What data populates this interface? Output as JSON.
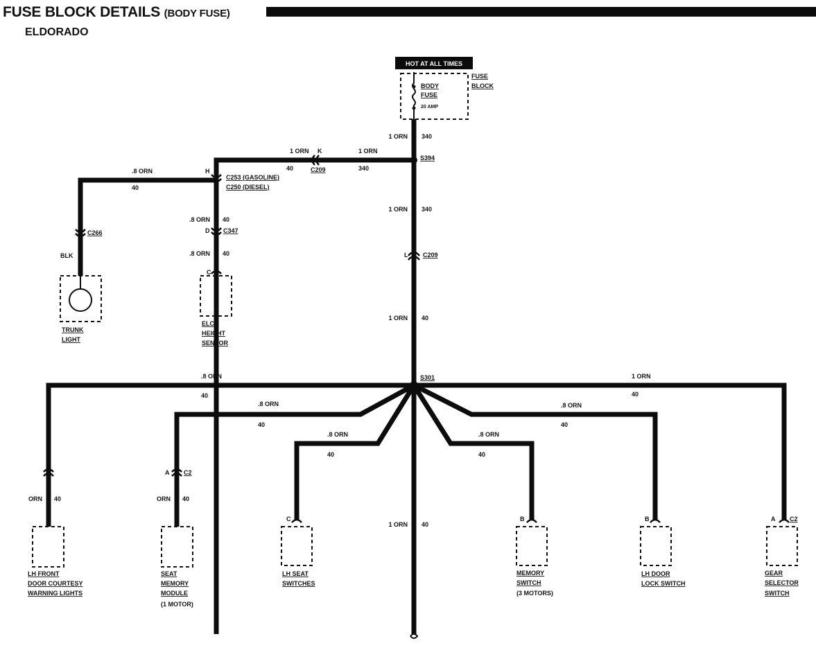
{
  "header": {
    "title": "FUSE BLOCK DETAILS",
    "title_suffix": "(BODY FUSE)",
    "subtitle": "ELDORADO"
  },
  "power": {
    "hot_label": "HOT AT ALL TIMES",
    "fuse_block_label": [
      "FUSE",
      "BLOCK"
    ],
    "fuse_name": [
      "BODY",
      "FUSE"
    ],
    "fuse_rating": "20 AMP"
  },
  "wires": {
    "main_top": [
      "1 ORN",
      "340"
    ],
    "upper_left_a": [
      "1 ORN",
      "K",
      "40"
    ],
    "upper_left_b": [
      "1 ORN",
      "340"
    ],
    "left_horiz": [
      ".8 ORN",
      "40"
    ],
    "left_down_1": [
      ".8 ORN",
      "40"
    ],
    "left_down_2": [
      ".8 ORN",
      "40"
    ],
    "trunk_wire": "BLK",
    "main_mid": [
      "1 ORN",
      "340"
    ],
    "main_low": [
      "1 ORN",
      "40"
    ],
    "main_bottom": [
      "1 ORN",
      "40"
    ],
    "b1": [
      ".8 ORN",
      "40"
    ],
    "b2": [
      ".8 ORN",
      "40"
    ],
    "b3": [
      ".8 ORN",
      "40"
    ],
    "b4": [
      ".8 ORN",
      "40"
    ],
    "b5": [
      ".8 ORN",
      "40"
    ],
    "b6": [
      "1 ORN",
      "40"
    ],
    "b1_down": [
      "ORN",
      "40"
    ],
    "b2_down": [
      "ORN",
      "40"
    ]
  },
  "connectors": {
    "c209_top": "C209",
    "s394": "S394",
    "c253": "C253 (GASOLINE)",
    "c250": "C250 (DIESEL)",
    "pin_h": "H",
    "c347": "C347",
    "pin_d": "D",
    "pin_c": "C",
    "c266": "C266",
    "c209_main": "C209",
    "pin_l": "L",
    "s301": "S301",
    "c2_left": "C2",
    "pin_a_left": "A",
    "pin_c_seat": "C",
    "pin_b_mem": "B",
    "pin_b_door": "B",
    "pin_a_gear": "A",
    "c2_gear": "C2"
  },
  "components": {
    "trunk": [
      "TRUNK",
      "LIGHT"
    ],
    "elc": [
      "ELC",
      "HEIGHT",
      "SENSOR"
    ],
    "lh_front": [
      "LH FRONT",
      "DOOR COURTESY",
      "WARNING LIGHTS"
    ],
    "seat_mem": [
      "SEAT",
      "MEMORY",
      "MODULE",
      "(1 MOTOR)"
    ],
    "lh_seat": [
      "LH SEAT",
      "SWITCHES"
    ],
    "mem_switch": [
      "MEMORY",
      "SWITCH",
      "(3 MOTORS)"
    ],
    "lh_door": [
      "LH DOOR",
      "LOCK SWITCH"
    ],
    "gear": [
      "GEAR",
      "SELECTOR",
      "SWITCH"
    ]
  }
}
